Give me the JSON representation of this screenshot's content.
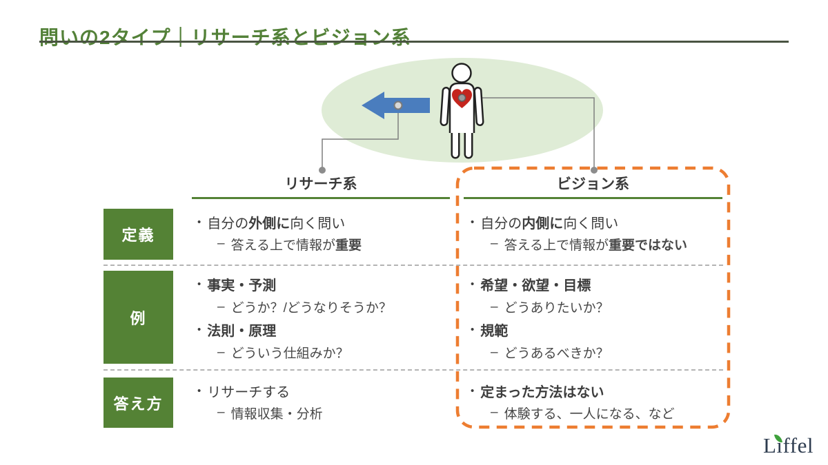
{
  "title": "問いの2タイプ｜リサーチ系とビジョン系",
  "columns": {
    "research": "リサーチ系",
    "vision": "ビジョン系"
  },
  "bullets": {
    "level1": "•",
    "level2": "–"
  },
  "rows": [
    {
      "label": "定義",
      "research": [
        {
          "level": 1,
          "segments": [
            {
              "t": "自分の"
            },
            {
              "t": "外側に",
              "b": true
            },
            {
              "t": "向く問い"
            }
          ]
        },
        {
          "level": 2,
          "segments": [
            {
              "t": "答える上で情報が"
            },
            {
              "t": "重要",
              "b": true
            }
          ]
        }
      ],
      "vision": [
        {
          "level": 1,
          "segments": [
            {
              "t": "自分の"
            },
            {
              "t": "内側に",
              "b": true
            },
            {
              "t": "向く問い"
            }
          ]
        },
        {
          "level": 2,
          "segments": [
            {
              "t": "答える上で情報が"
            },
            {
              "t": "重要ではない",
              "b": true
            }
          ]
        }
      ]
    },
    {
      "label": "例",
      "research": [
        {
          "level": 1,
          "segments": [
            {
              "t": "事実・予測",
              "b": true
            }
          ]
        },
        {
          "level": 2,
          "segments": [
            {
              "t": "どうか？/どうなりそうか？"
            }
          ]
        },
        {
          "level": 1,
          "segments": [
            {
              "t": "法則・原理",
              "b": true
            }
          ]
        },
        {
          "level": 2,
          "segments": [
            {
              "t": "どういう仕組みか？"
            }
          ]
        }
      ],
      "vision": [
        {
          "level": 1,
          "segments": [
            {
              "t": "希望・欲望・目標",
              "b": true
            }
          ]
        },
        {
          "level": 2,
          "segments": [
            {
              "t": "どうありたいか？"
            }
          ]
        },
        {
          "level": 1,
          "segments": [
            {
              "t": "規範",
              "b": true
            }
          ]
        },
        {
          "level": 2,
          "segments": [
            {
              "t": "どうあるべきか？"
            }
          ]
        }
      ]
    },
    {
      "label": "答え方",
      "research": [
        {
          "level": 1,
          "segments": [
            {
              "t": "リサーチする"
            }
          ]
        },
        {
          "level": 2,
          "segments": [
            {
              "t": "情報収集・分析"
            }
          ]
        }
      ],
      "vision": [
        {
          "level": 1,
          "segments": [
            {
              "t": "定まった方法はない",
              "b": true
            }
          ]
        },
        {
          "level": 2,
          "segments": [
            {
              "t": "体験する、一人になる、など"
            }
          ]
        }
      ]
    }
  ],
  "logo": {
    "text": "Liffel"
  },
  "icons": [
    "person-icon",
    "heart-icon",
    "arrow-left-icon",
    "leaf-icon"
  ],
  "colors": {
    "title_green": "#538138",
    "rule_green": "#4a5442",
    "green": "#548235",
    "light_green": "#dfecd6",
    "blue": "#4a7dbe",
    "orange": "#ED7D31",
    "heart_red": "#c4251d",
    "connector_gray": "#7f7f7f",
    "text_dark": "#3d3d3d",
    "logo_navy": "#2e3c4f"
  }
}
